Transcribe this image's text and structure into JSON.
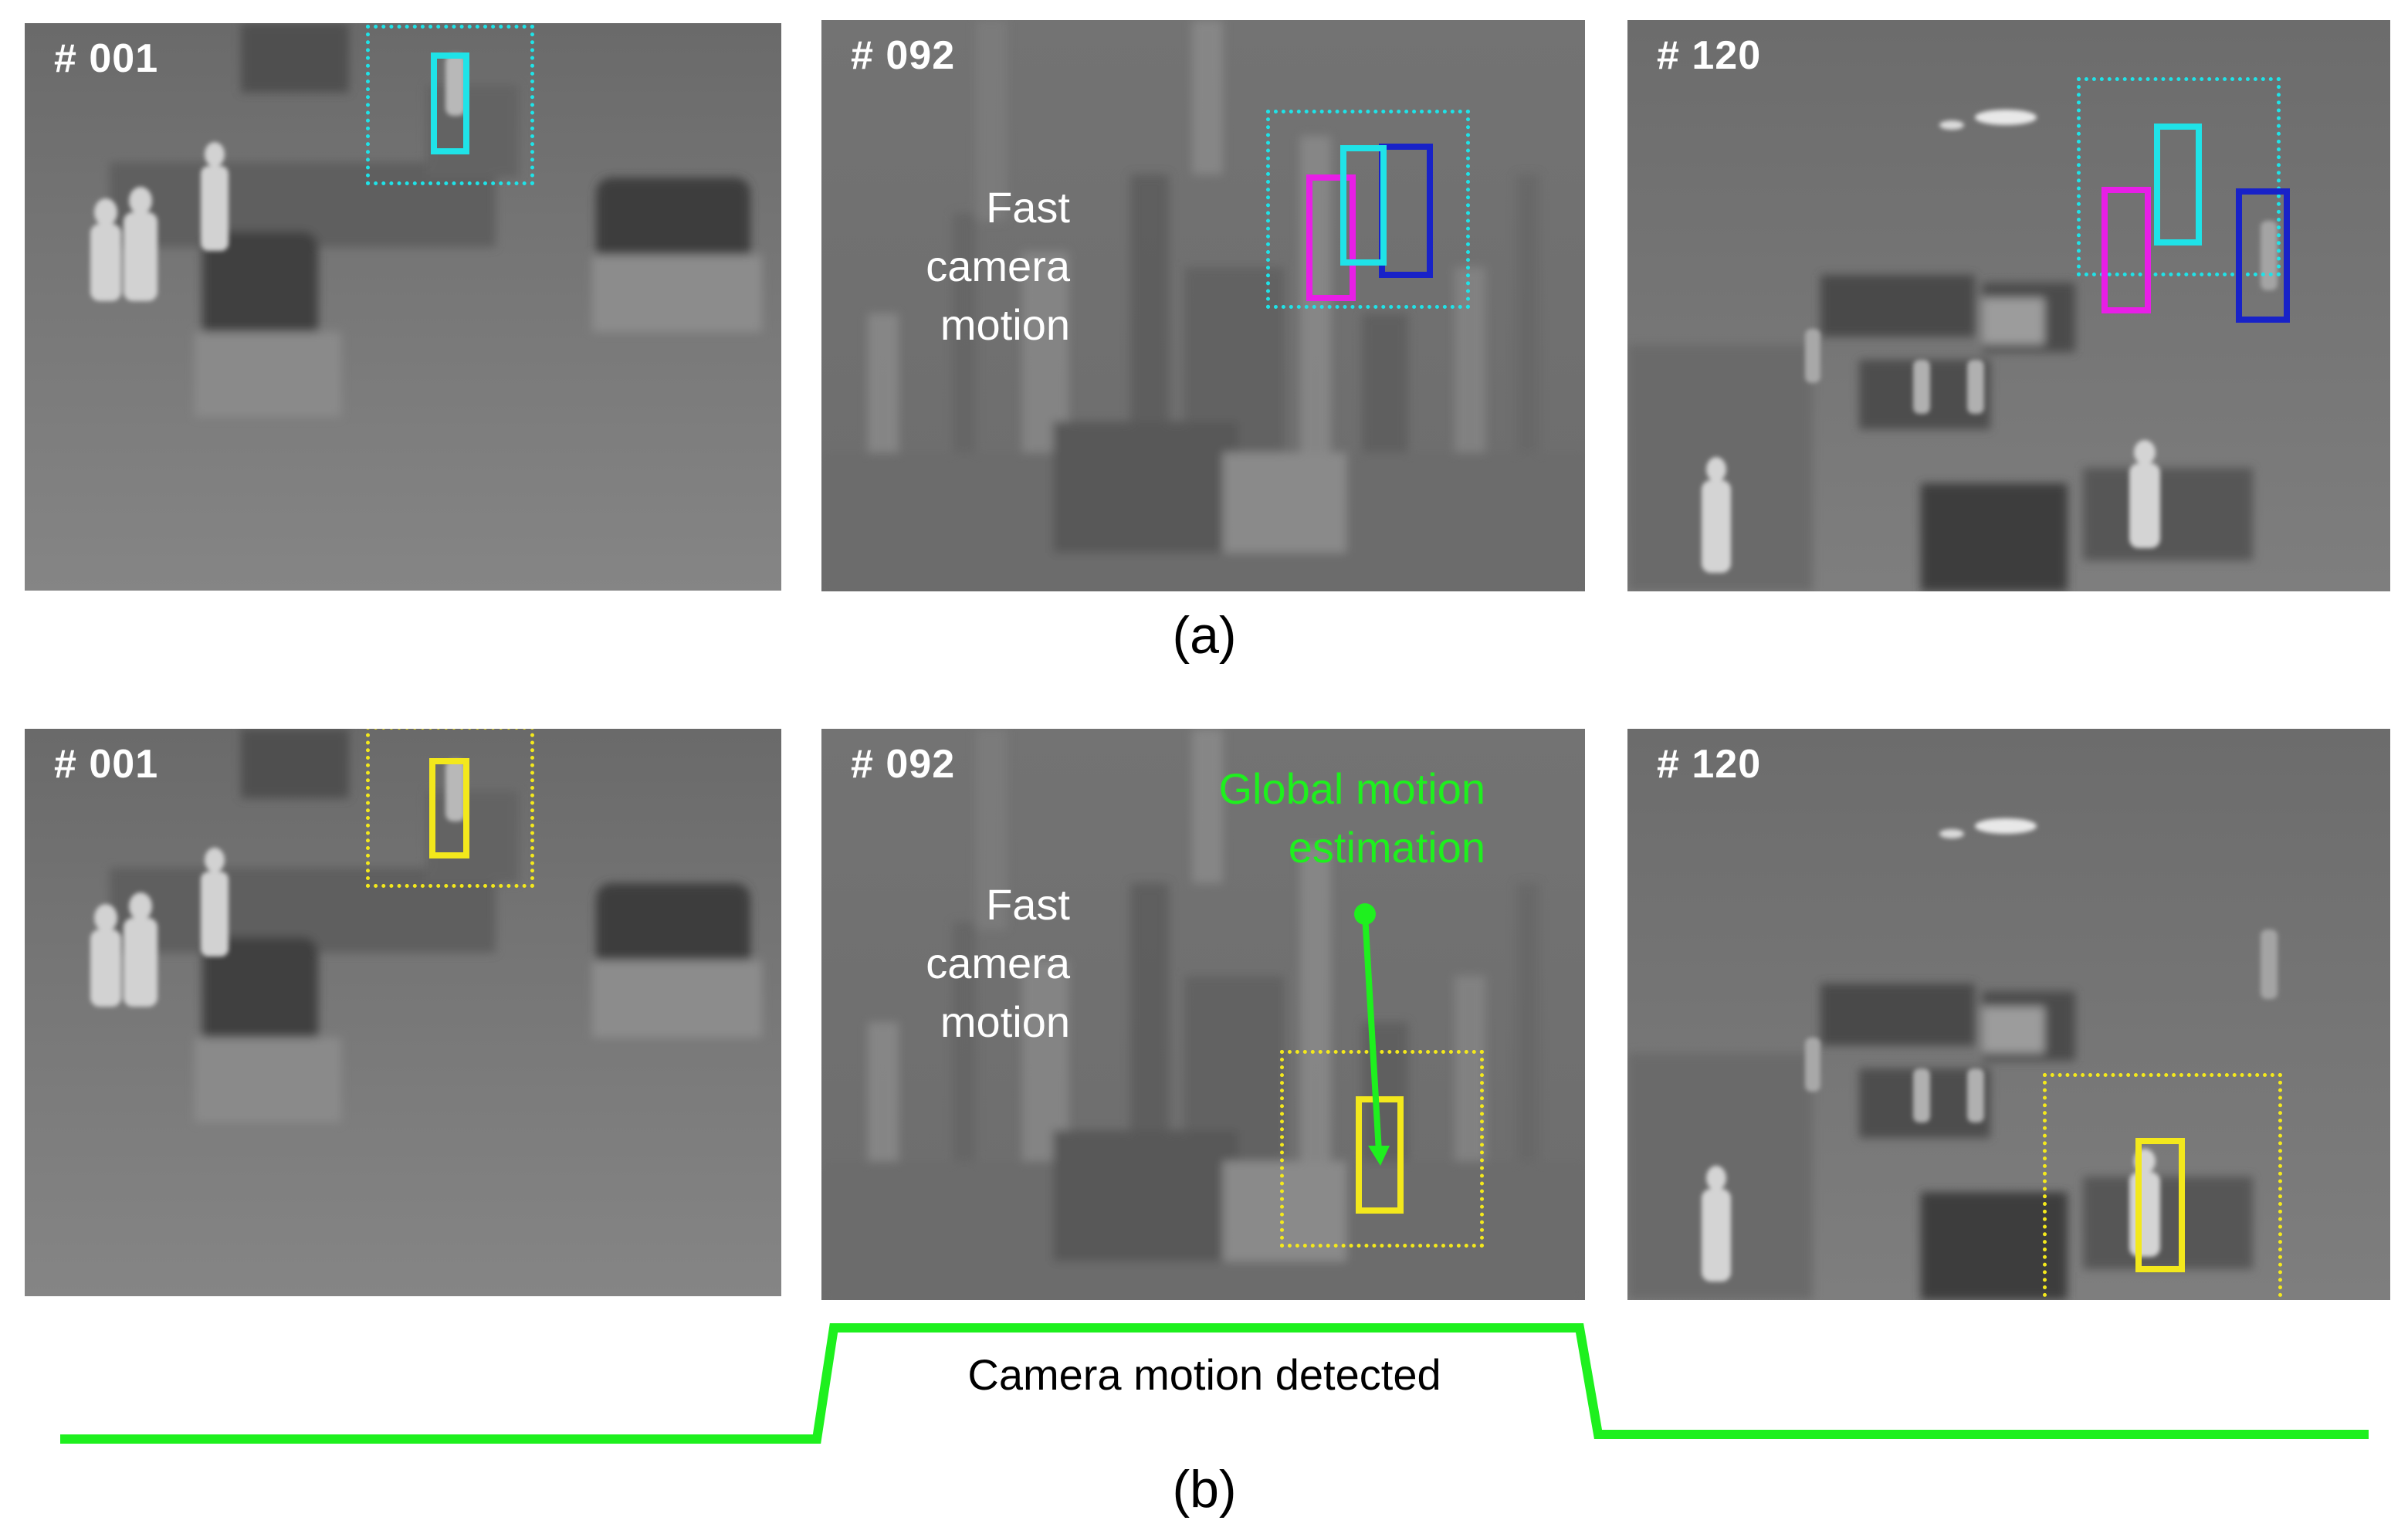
{
  "figure": {
    "row_a": {
      "caption": "(a)",
      "frames": [
        {
          "label": "# 001"
        },
        {
          "label": "# 092",
          "annotation": [
            "Fast",
            "camera",
            "motion"
          ]
        },
        {
          "label": "# 120"
        }
      ]
    },
    "row_b": {
      "caption": "(b)",
      "frames": [
        {
          "label": "# 001"
        },
        {
          "label": "# 092",
          "annotation": [
            "Fast",
            "camera",
            "motion"
          ],
          "motion_label": [
            "Global motion",
            "estimation"
          ]
        },
        {
          "label": "# 120"
        }
      ],
      "signal_label": "Camera motion detected"
    }
  },
  "colors": {
    "cyan": "#1fe3e8",
    "magenta": "#e81ee6",
    "blue": "#1822c8",
    "yellow": "#f3e81c",
    "green": "#1ef01e",
    "frame_gray": "#7b7b7b"
  }
}
